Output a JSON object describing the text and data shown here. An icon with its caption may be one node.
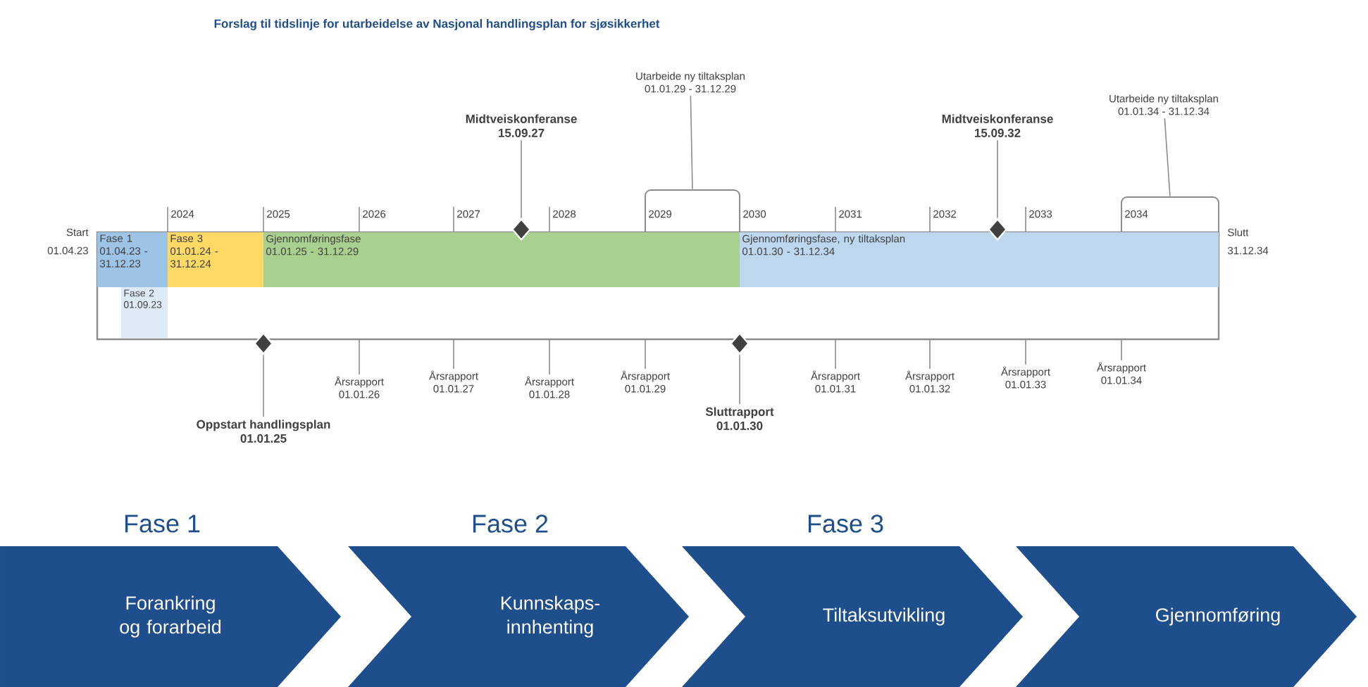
{
  "diagram": {
    "title": "Forslag til tidslinje for utarbeidelse av Nasjonal handlingsplan for sjøsikkerhet",
    "nodes": [
      {
        "text": [
          "Fase 1",
          "01.04.23 - 31.12.23"
        ]
      },
      {
        "text": [
          "Fase 2",
          "01.09.23"
        ]
      },
      {
        "text": [
          "Fase 3",
          "01.01.24 - 31.12.24"
        ]
      },
      {
        "text": [
          "Gjennomføringsfase",
          "01.01.25 - 31.12.29"
        ]
      },
      {
        "text": [
          "Gjennomføringsfase, ny tiltaksplan",
          "01.01.30 - 31.12.34"
        ]
      },
      {
        "text": [],
        "shape": "diamond"
      },
      {
        "text": [],
        "shape": "diamond"
      },
      {
        "text": [],
        "shape": "diamond"
      },
      {
        "text": [],
        "shape": "diamond"
      },
      {
        "text": [
          "Midtveiskonferanse",
          "15.09.27"
        ]
      },
      {
        "text": [
          "Midtveiskonferanse",
          "15.09.32"
        ]
      },
      {
        "text": [
          "Oppstart handlingsplan",
          "01.01.25"
        ]
      },
      {
        "text": [
          "Sluttrapport",
          "01.01.30"
        ]
      },
      {
        "text": [],
        "shape": "bracket"
      },
      {
        "text": [],
        "shape": "bracket"
      },
      {
        "text": [
          "Utarbeide ny tiltaksplan",
          "01.01.29 - 31.12.29"
        ]
      },
      {
        "text": [
          "Utarbeide ny tiltaksplan",
          "01.01.34 - 31.12.34"
        ]
      },
      {
        "text": [
          "Årsrapport",
          "01.01.26"
        ]
      },
      {
        "text": [
          "Årsrapport",
          "01.01.27"
        ]
      },
      {
        "text": [
          "Årsrapport",
          "01.01.28"
        ]
      },
      {
        "text": [
          "Årsrapport",
          "01.01.29"
        ]
      },
      {
        "text": [
          "Årsrapport",
          "01.01.31"
        ]
      },
      {
        "text": [
          "Årsrapport",
          "01.01.32"
        ]
      },
      {
        "text": [
          "Årsrapport",
          "01.01.33"
        ]
      },
      {
        "text": [
          "Årsrapport",
          "01.01.34"
        ]
      },
      {
        "text": [
          "Forankring og forarbeid"
        ]
      },
      {
        "text": [
          "Kunnskaps-innhenting"
        ]
      },
      {
        "text": [
          "Tiltaksutvikling"
        ]
      },
      {
        "text": [
          "Gjennomføring"
        ]
      }
    ],
    "edges": [
      {
        "from": 9,
        "to": 5,
        "arrow": "none"
      },
      {
        "from": 10,
        "to": 6,
        "arrow": "none"
      },
      {
        "from": 11,
        "to": 7,
        "arrow": "none"
      },
      {
        "from": 12,
        "to": 8,
        "arrow": "none"
      },
      {
        "from": 15,
        "to": 13,
        "arrow": "none"
      },
      {
        "from": 16,
        "to": 14,
        "arrow": "none"
      },
      {
        "from": 17,
        "to": null,
        "arrow": "none"
      },
      {
        "from": 18,
        "to": null,
        "arrow": "none"
      },
      {
        "from": 19,
        "to": null,
        "arrow": "none"
      },
      {
        "from": 20,
        "to": null,
        "arrow": "none"
      },
      {
        "from": 21,
        "to": null,
        "arrow": "none"
      },
      {
        "from": 22,
        "to": null,
        "arrow": "none"
      },
      {
        "from": 23,
        "to": null,
        "arrow": "none"
      },
      {
        "from": 24,
        "to": null,
        "arrow": "none"
      }
    ],
    "labels": [
      "Start",
      "01.04.23",
      "2024",
      "2025",
      "2026",
      "2027",
      "2028",
      "2029",
      "2030",
      "2031",
      "2032",
      "2033",
      "2034",
      "Slutt",
      "31.12.34",
      "Fase 1",
      "Fase 2",
      "Fase 3"
    ]
  }
}
